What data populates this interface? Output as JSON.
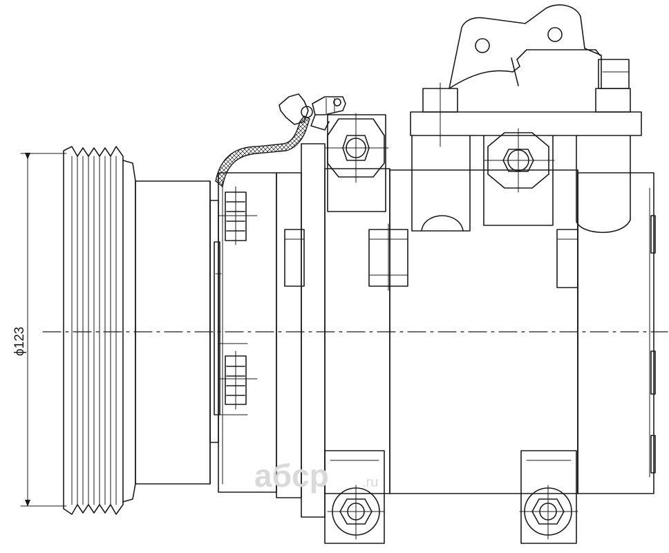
{
  "drawing": {
    "dimension_label": "ϕ123",
    "watermark": {
      "brand": "aбcp",
      "suffix": ".ru"
    }
  },
  "colors": {
    "line": "#1a1a1a",
    "background": "#ffffff",
    "watermark": "#d9d9d9"
  }
}
